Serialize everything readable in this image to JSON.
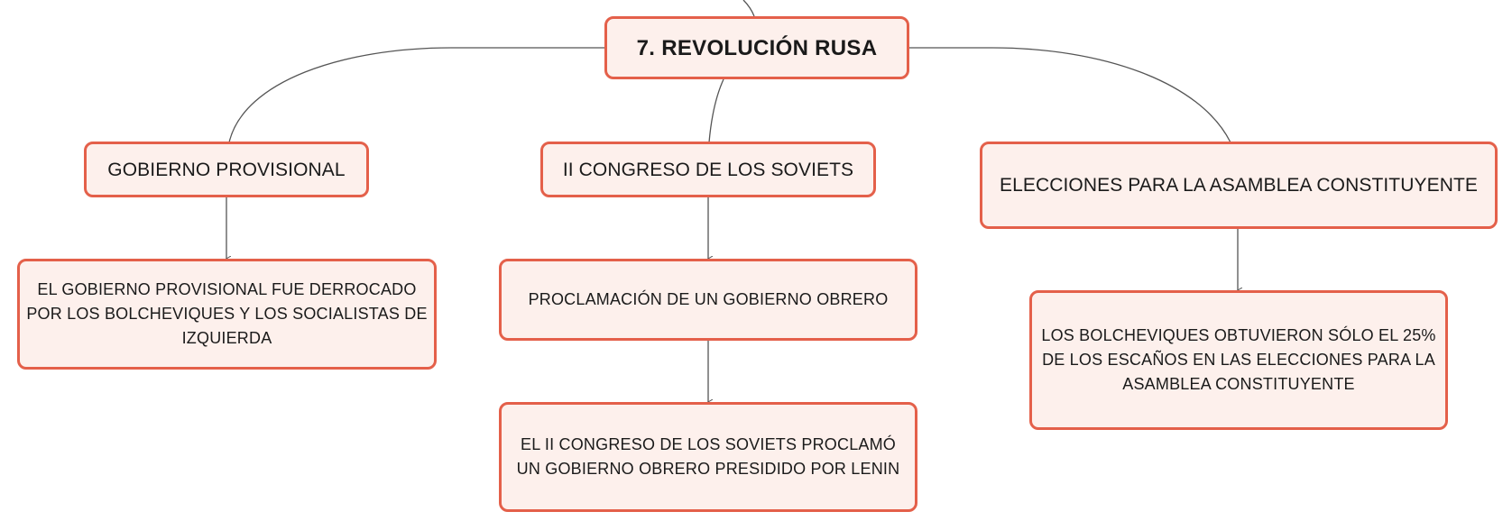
{
  "colors": {
    "node_fill": "#fdf0ec",
    "node_border": "#e4604a",
    "connector": "#555555",
    "text": "#1a1a1a"
  },
  "central": {
    "label": "7. REVOLUCIÓN RUSA"
  },
  "branches": [
    {
      "label": "GOBIERNO PROVISIONAL",
      "details": [
        "EL GOBIERNO PROVISIONAL FUE DERROCADO POR LOS BOLCHEVIQUES Y LOS SOCIALISTAS DE IZQUIERDA"
      ]
    },
    {
      "label": "II CONGRESO DE LOS SOVIETS",
      "details": [
        "PROCLAMACIÓN DE UN GOBIERNO OBRERO",
        "EL II CONGRESO DE LOS SOVIETS PROCLAMÓ UN GOBIERNO OBRERO PRESIDIDO POR LENIN"
      ]
    },
    {
      "label": "ELECCIONES PARA LA ASAMBLEA CONSTITUYENTE",
      "details": [
        "LOS BOLCHEVIQUES OBTUVIERON SÓLO EL 25% DE LOS ESCAÑOS EN LAS ELECCIONES PARA LA ASAMBLEA CONSTITUYENTE"
      ]
    }
  ]
}
